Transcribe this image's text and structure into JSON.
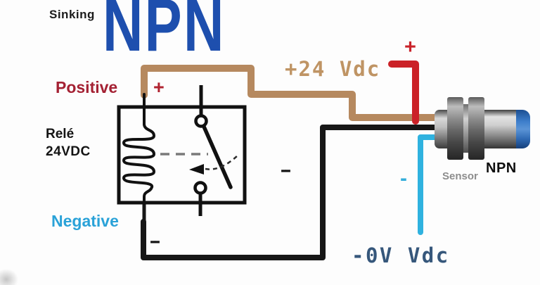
{
  "diagram": {
    "kicker": "Sinking",
    "title": "NPN",
    "relay": {
      "label_line1": "Relé",
      "label_line2": "24VDC"
    },
    "terminals": {
      "positive_label": "Positive",
      "negative_label": "Negative",
      "plus_coil": "+",
      "plus_supply": "+",
      "minus_output_wire": "--",
      "minus_return_wire": "--",
      "minus_sensor_wire": "-"
    },
    "supply": {
      "positive_rail": "+24 Vdc",
      "zero_rail": "-0V Vdc"
    },
    "sensor": {
      "caption": "Sensor",
      "type": "NPN"
    },
    "colors": {
      "wire_brown": "#b6895f",
      "wire_red": "#cb2127",
      "wire_black": "#171717",
      "wire_cyan": "#2fb2df",
      "title_blue": "#1e4fae",
      "positive_red": "#a42133",
      "negative_blue": "#2aa2d8",
      "supply_tan": "#bf9464",
      "zero_volt_blue": "#36577b"
    }
  }
}
